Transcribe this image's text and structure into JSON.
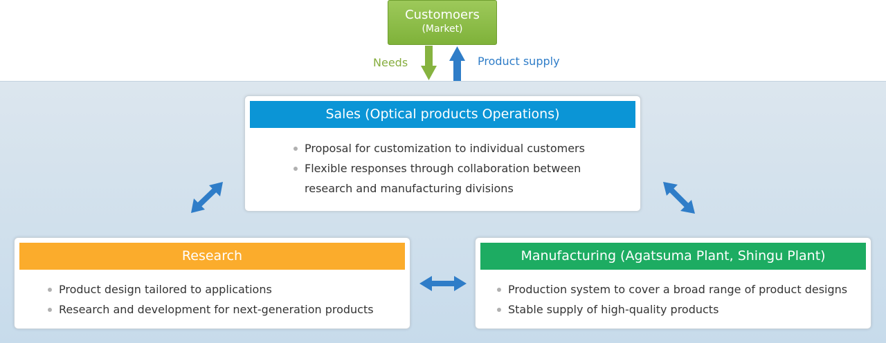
{
  "customer": {
    "title": "Customoers",
    "subtitle": "(Market)"
  },
  "flows": {
    "needs": "Needs",
    "supply": "Product supply"
  },
  "colors": {
    "green": "#86b340",
    "blue": "#2f7dc8",
    "sales": "#0b95d6",
    "research": "#fbac2c",
    "manufacturing": "#1dac62"
  },
  "sales": {
    "title": "Sales (Optical products Operations)",
    "items": [
      "Proposal for customization to individual customers",
      "Flexible responses through collaboration between research and manufacturing divisions"
    ]
  },
  "research": {
    "title": "Research",
    "items": [
      "Product design tailored to applications",
      "Research and development for next-generation products"
    ]
  },
  "manufacturing": {
    "title": "Manufacturing (Agatsuma Plant, Shingu Plant)",
    "items": [
      "Production system to cover a broad range of product designs",
      "Stable supply of high-quality products"
    ]
  }
}
